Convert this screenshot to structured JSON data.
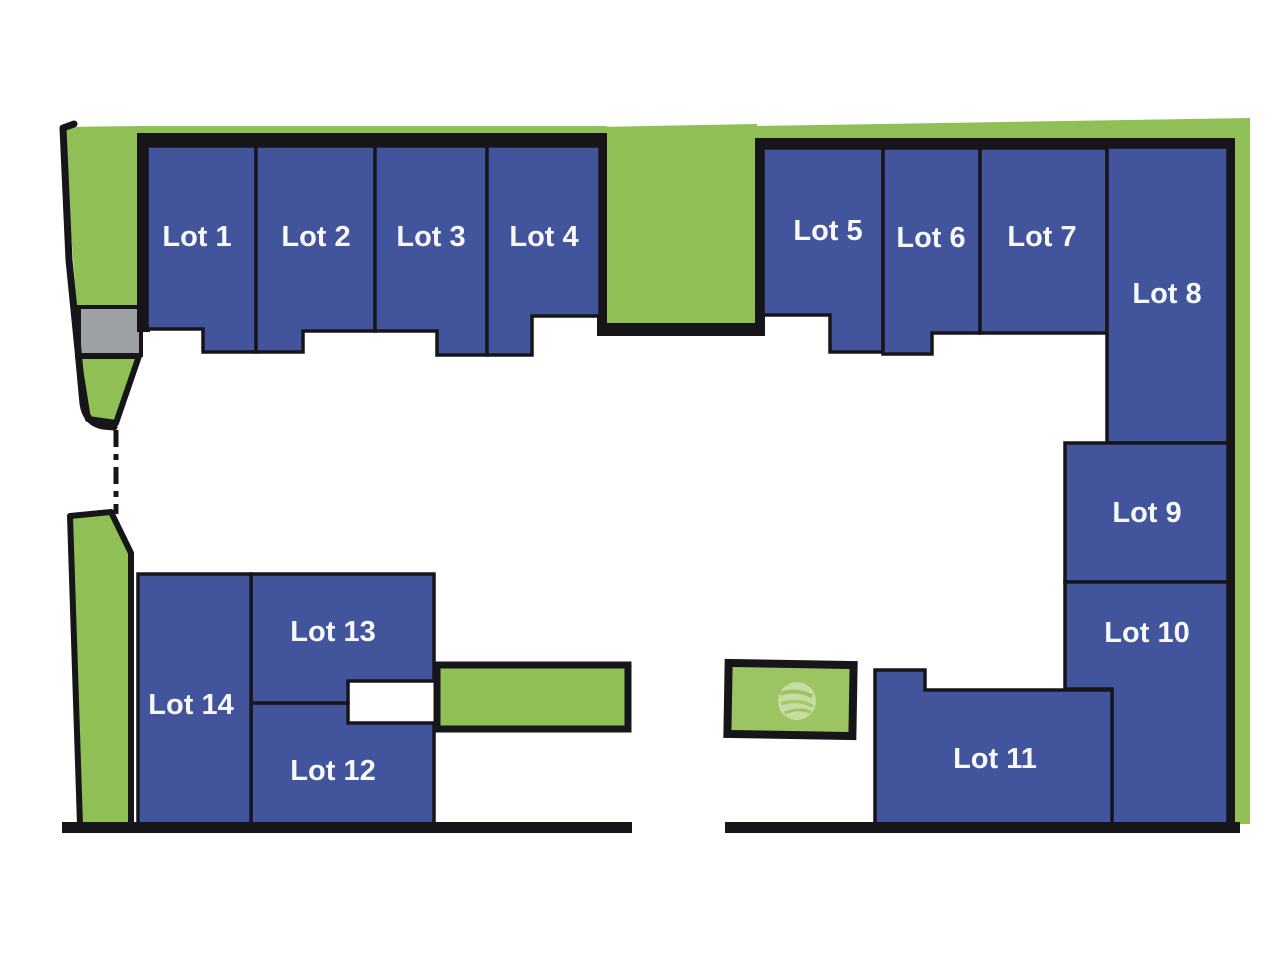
{
  "title": "Subdivision site plan with 14 numbered lots",
  "colors": {
    "background": "#FFFFFF",
    "lot_fill": "#42549B",
    "greenspace": "#90BF56",
    "logo_panel_green": "#9CC463",
    "outline_black": "#16161A",
    "driveway_gray": "#9EA1A4",
    "label_text": "#F7F8FA"
  },
  "icons": {
    "watermark": "globe-swirl-watermark-icon"
  },
  "lots": [
    {
      "id": "lot-1",
      "label": "Lot 1"
    },
    {
      "id": "lot-2",
      "label": "Lot 2"
    },
    {
      "id": "lot-3",
      "label": "Lot 3"
    },
    {
      "id": "lot-4",
      "label": "Lot 4"
    },
    {
      "id": "lot-5",
      "label": "Lot 5"
    },
    {
      "id": "lot-6",
      "label": "Lot 6"
    },
    {
      "id": "lot-7",
      "label": "Lot 7"
    },
    {
      "id": "lot-8",
      "label": "Lot 8"
    },
    {
      "id": "lot-9",
      "label": "Lot 9"
    },
    {
      "id": "lot-10",
      "label": "Lot 10"
    },
    {
      "id": "lot-11",
      "label": "Lot 11"
    },
    {
      "id": "lot-12",
      "label": "Lot 12"
    },
    {
      "id": "lot-13",
      "label": "Lot 13"
    },
    {
      "id": "lot-14",
      "label": "Lot 14"
    }
  ]
}
